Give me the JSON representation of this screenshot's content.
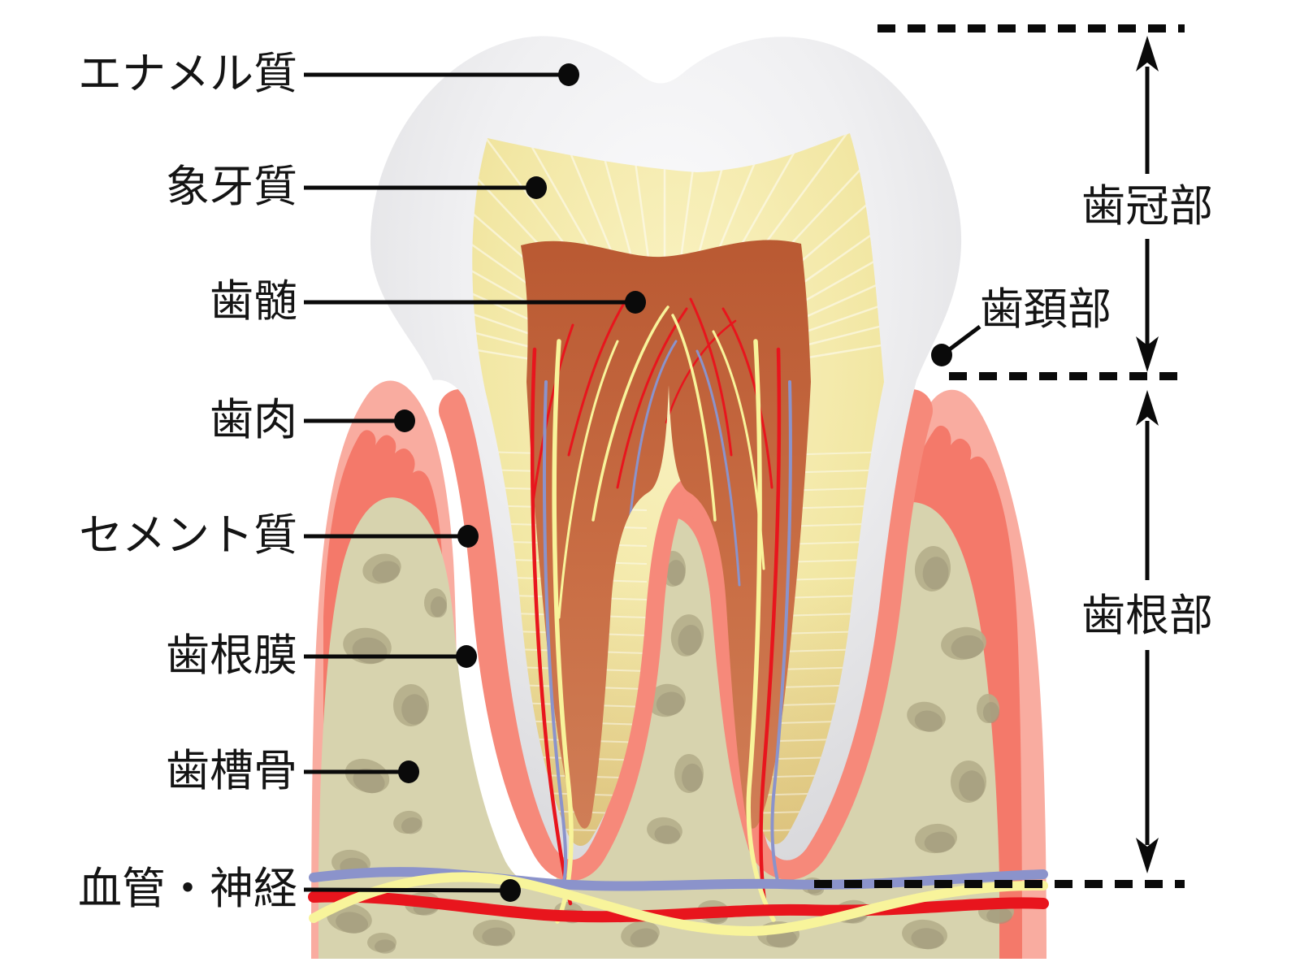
{
  "figure": {
    "kind": "tooth-cross-section-anatomy-diagram",
    "language": "ja"
  },
  "labels": {
    "left": [
      {
        "id": "enamel",
        "text": "エナメル質"
      },
      {
        "id": "dentin",
        "text": "象牙質"
      },
      {
        "id": "pulp",
        "text": "歯髄"
      },
      {
        "id": "gum",
        "text": "歯肉"
      },
      {
        "id": "cementum",
        "text": "セメント質"
      },
      {
        "id": "ligament",
        "text": "歯根膜"
      },
      {
        "id": "bone",
        "text": "歯槽骨"
      },
      {
        "id": "vessels",
        "text": "血管・神経"
      }
    ],
    "right": [
      {
        "id": "crown",
        "text": "歯冠部"
      },
      {
        "id": "neck",
        "text": "歯頚部"
      },
      {
        "id": "root",
        "text": "歯根部"
      }
    ]
  },
  "palette": {
    "enamel": "#e8e8ea",
    "enamel_light": "#fafafb",
    "dentin": "#f2e7a4",
    "dentin_root_tint": "#c8a065",
    "pulp_top": "#b95932",
    "pulp_bottom": "#d07f58",
    "gum_dark": "#f4796a",
    "gum_light": "#f9aca0",
    "ligament": "#f6897a",
    "bone": "#d7d3ae",
    "bone_blob": "#b5ae8b",
    "bone_blob_shadow": "#9d9678",
    "vessel_red": "#e8151d",
    "vessel_blue": "#8b93cb",
    "nerve_yellow": "#f8f49b",
    "line_black": "#0a0a0a"
  }
}
